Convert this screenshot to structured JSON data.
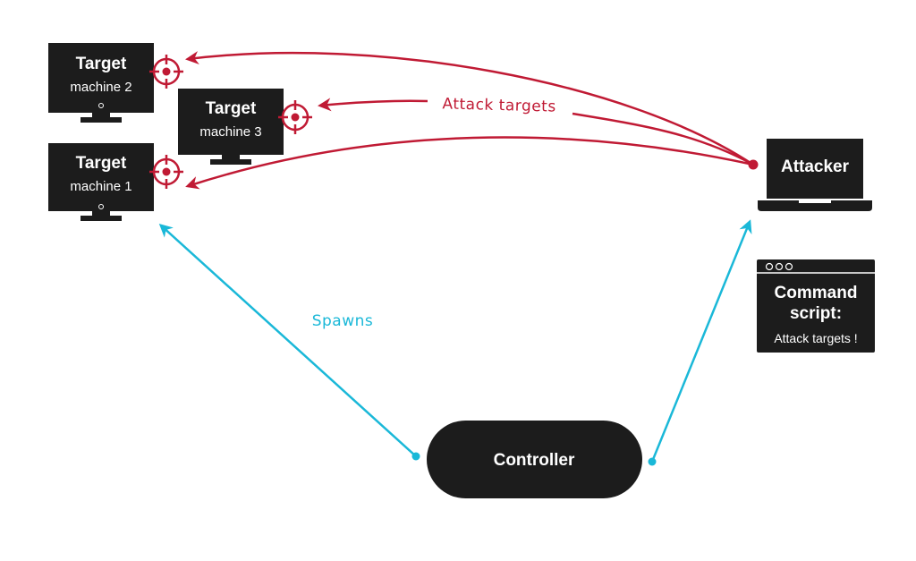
{
  "colors": {
    "attack": "#c01a34",
    "spawn": "#1ab8d8",
    "box": "#1c1c1c",
    "text_on_box": "#ffffff"
  },
  "nodes": {
    "target2": {
      "title": "Target",
      "subtitle": "machine 2"
    },
    "target3": {
      "title": "Target",
      "subtitle": "machine 3"
    },
    "target1": {
      "title": "Target",
      "subtitle": "machine 1"
    },
    "attacker": {
      "title": "Attacker"
    },
    "command_script": {
      "title_line1": "Command",
      "title_line2": "script:",
      "body": "Attack targets !"
    },
    "controller": {
      "title": "Controller"
    }
  },
  "edges": {
    "attack_label": "Attack targets",
    "spawns_label": "Spawns"
  },
  "icons": {
    "target_marker": "crosshair-icon",
    "window_dots": "window-dots-icon"
  }
}
